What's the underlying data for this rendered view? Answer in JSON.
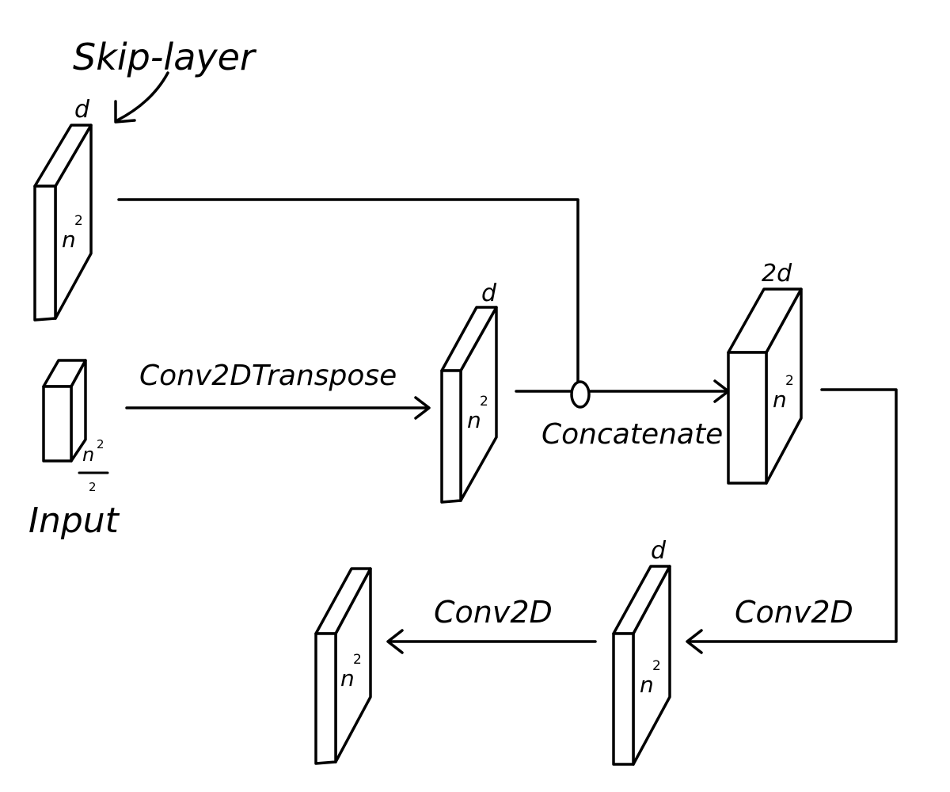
{
  "annotations": {
    "skip_layer": "Skip-layer",
    "input": "Input"
  },
  "operations": {
    "transpose": "Conv2DTranspose",
    "concatenate": "Concatenate",
    "conv_right": "Conv2D",
    "conv_left": "Conv2D"
  },
  "blocks": {
    "skip": {
      "depth": "d",
      "face": "n",
      "face_exp": "2"
    },
    "input": {
      "side": "n",
      "side_exp": "2",
      "side_den": "2"
    },
    "transposed": {
      "depth": "d",
      "face": "n",
      "face_exp": "2"
    },
    "concat": {
      "depth": "2d",
      "face": "n",
      "face_exp": "2"
    },
    "conv_mid": {
      "depth": "d",
      "face": "n",
      "face_exp": "2"
    },
    "output": {
      "face": "n",
      "face_exp": "2"
    }
  }
}
